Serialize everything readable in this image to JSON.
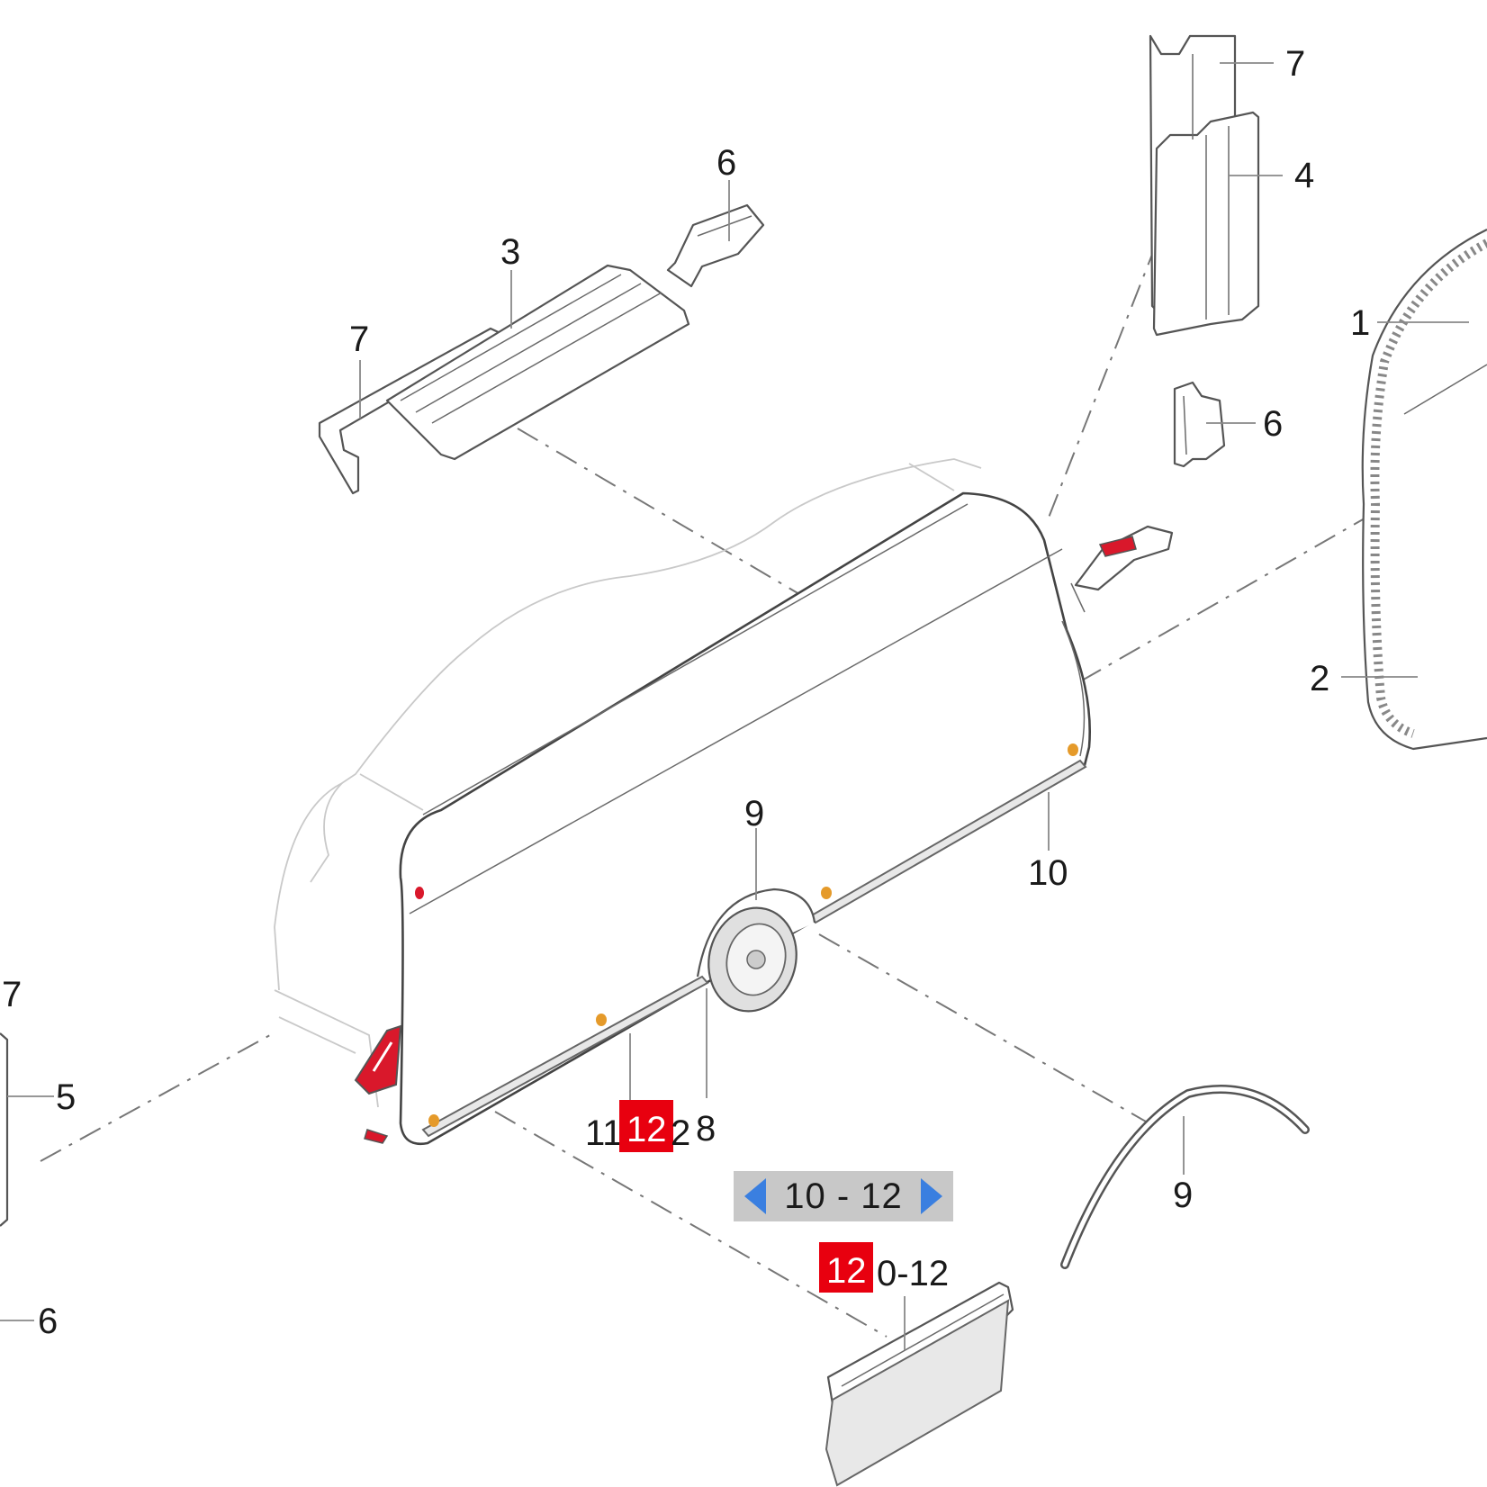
{
  "callouts": {
    "top_7": "7",
    "top_4": "4",
    "top_6_clip": "6",
    "rail_3": "3",
    "rail_7": "7",
    "rail_6": "6",
    "door_1": "1",
    "door_2": "2",
    "sill_10": "10",
    "arch_9": "9",
    "arch_9_detail": "9",
    "left_7": "7",
    "left_5": "5",
    "left_6": "6",
    "wheel_8": "8",
    "sill_11": "11",
    "sill_12_tail": "2",
    "detail_suffix": "0-12"
  },
  "highlights": {
    "sill_12": "12",
    "detail_12": "12"
  },
  "pager": {
    "label": "10 - 12",
    "prev_icon": "chevron-left-icon",
    "next_icon": "chevron-right-icon",
    "arrow_color": "#3a7fe0",
    "background": "#c8c8c8"
  },
  "colors": {
    "highlight": "#e8000f",
    "taillight": "#d9182b",
    "marker_lamp": "#e59a2a"
  }
}
